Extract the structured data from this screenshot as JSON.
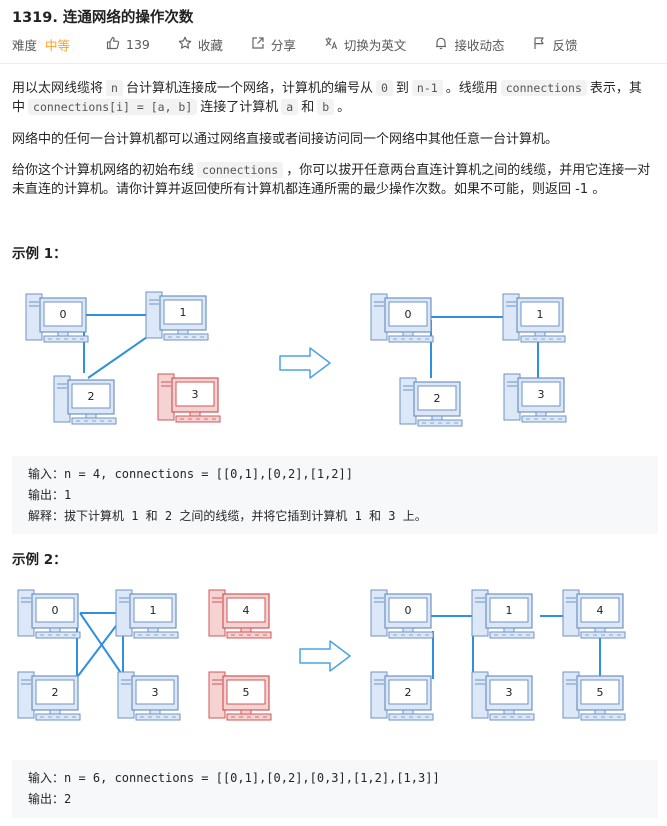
{
  "problem": {
    "title": "1319. 连通网络的操作次数",
    "difficulty_label": "难度",
    "difficulty": "中等",
    "likes": "139",
    "favorite": "收藏",
    "share": "分享",
    "switch_lang": "切换为英文",
    "notify": "接收动态",
    "feedback": "反馈"
  },
  "desc": {
    "p1_a": "用以太网线缆将",
    "code_n": "n",
    "p1_b": "台计算机连接成一个网络，计算机的编号从",
    "code_0": "0",
    "p1_c": "到",
    "code_nm1": "n-1",
    "p1_d": "。线缆用",
    "code_connections": "connections",
    "p1_e": "表示，其中",
    "code_conn_i": "connections[i] = [a, b]",
    "p1_f": "连接了计算机",
    "code_a": "a",
    "p1_g": "和",
    "code_b": "b",
    "p1_h": "。",
    "p2": "网络中的任何一台计算机都可以通过网络直接或者间接访问同一个网络中其他任意一台计算机。",
    "p3_a": "给你这个计算机网络的初始布线",
    "code_connections2": "connections",
    "p3_b": "，你可以拔开任意两台直连计算机之间的线缆，并用它连接一对未直连的计算机。请你计算并返回使所有计算机都连通所需的最少操作次数。如果不可能，则返回 -1 。"
  },
  "example1": {
    "title": "示例 1：",
    "input": "输入：n = 4, connections = [[0,1],[0,2],[1,2]]",
    "output": "输出：1",
    "explanation": "解释：拔下计算机 1 和 2 之间的线缆，并将它插到计算机 1 和 3 上。",
    "before_labels": [
      "0",
      "1",
      "2",
      "3"
    ],
    "after_labels": [
      "0",
      "1",
      "2",
      "3"
    ]
  },
  "example2": {
    "title": "示例 2：",
    "input": "输入：n = 6, connections = [[0,1],[0,2],[0,3],[1,2],[1,3]]",
    "output": "输出：2",
    "before_labels": [
      "0",
      "1",
      "2",
      "3",
      "4",
      "5"
    ],
    "after_labels": [
      "0",
      "1",
      "2",
      "3",
      "4",
      "5"
    ]
  },
  "colors": {
    "difficulty": "#ffa116",
    "wire": "#2f8fe0",
    "computer_blue_fill": "#dce8f7",
    "computer_blue_stroke": "#6f93c4",
    "computer_red_fill": "#f6d3d3",
    "computer_red_stroke": "#d05757",
    "arrow_stroke": "#4aa3e8"
  },
  "icons": [
    "thumbs-up-icon",
    "star-icon",
    "share-icon",
    "translate-icon",
    "bell-icon",
    "flag-icon"
  ]
}
